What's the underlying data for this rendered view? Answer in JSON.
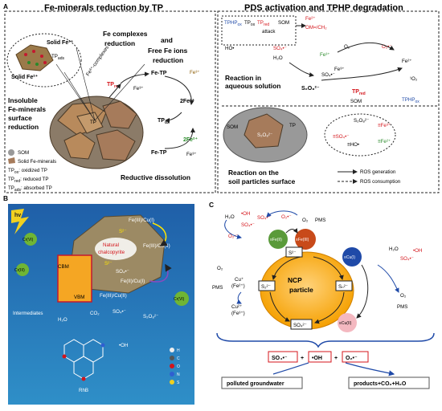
{
  "panels": {
    "A": "A",
    "B": "B",
    "C": "C"
  },
  "panelA": {
    "left_title": "Fe-minerals reduction by TP",
    "right_title": "PDS activation and TPHP degradation",
    "solid_fe3": "Solid Fe³⁺",
    "tp_ads": "TP",
    "tp_ads_sub": "ads",
    "solid_fe2": "Solid Fe²⁺",
    "fe_complexes": "Fe complexes",
    "and": "and",
    "reduction": "reduction",
    "free_fe_ions": "Free Fe ions",
    "reduction2": "reduction",
    "fe3_complexes": "Fe³⁺-complexes",
    "fe_tp_top": "Fe-TP",
    "fe3_a": "Fe³⁺",
    "tp_red": "TP",
    "red_sub": "red",
    "fe3_b": "Fe³⁺",
    "two_fe2_a": "2Fe²⁺",
    "tp_ox": "TP",
    "ox_sub": "ox",
    "fe_tp_bottom": "Fe-TP",
    "fe3_c": "Fe³⁺",
    "two_fe2_b": "2Fe²⁺",
    "insoluble_1": "Insoluble",
    "insoluble_2": "Fe-minerals",
    "insoluble_3": "surface",
    "insoluble_4": "reduction",
    "tp_ads_core": "TP",
    "reductive_dissolution": "Reductive dissolution",
    "legend_som": "SOM",
    "legend_solid_fe": "Solid Fe-minerals",
    "legend_tpox": "TP",
    "legend_tpox_sub": "ox",
    "legend_tpox_desc": ": oxidized TP",
    "legend_tpred": "TP",
    "legend_tpred_sub": "red",
    "legend_tpred_desc": ": reduced TP",
    "legend_tpads": "TP",
    "legend_tpads_sub": "ads",
    "legend_tpads_desc": ": absorbed TP",
    "tphp": "TPHP",
    "tphp_sub": "ox",
    "tp_top": "TP",
    "tp_top_sub": "ox",
    "tp_top_red": "TP",
    "tp_top_red_sub": "red",
    "som_top": "SOM",
    "fe2_top": "Fe²⁺",
    "attack": "attack",
    "om_ch2": "OM=",
    "om_ch2_b": "/CH₂",
    "ho_dot": "HO•",
    "so4": "SO₄•⁻",
    "o2": "O₂",
    "h2o": "H₂O",
    "fe3_d": "Fe³⁺",
    "fe2_d": "Fe²⁺",
    "o2_rad": "O₂•⁻",
    "so4_b": "SO₄•⁻",
    "s2o8": "S₂O₈²⁻",
    "tp_red2": "TP",
    "tp_red2_sub": "red",
    "reaction_aq_1": "Reaction in",
    "reaction_aq_2": "aqueous solution",
    "som_bottom": "SOM",
    "fe3_e": "Fe³⁺",
    "tphp_bottom": "TPHP",
    "tphp_bottom_sub": "ox",
    "o2_single": "¹O₂",
    "som_p2": "SOM",
    "tp_p2": "TP",
    "s2o8_b": "S₂O₈²⁻",
    "fe3_f": "≡Fe³⁺",
    "fe2_f": "≡Fe²⁺",
    "so4_c": "≡SO₄•⁻",
    "ho_c": "≡HO•",
    "reaction_soil_1": "Reaction on the",
    "reaction_soil_2": "soil particles surface",
    "ros_gen": "ROS generation",
    "ros_cons": "ROS consumption"
  },
  "panelB": {
    "hv": "hv",
    "fe_cu_top": "Fe(III)/Cu(I)",
    "s2_top": "S²⁻",
    "s2_mid": "S²⁻",
    "fe_cu_right": "Fe(III)/Cu(II)",
    "cr6_top": "Cr(VI)",
    "cr3_left": "Cr(III)",
    "cbm": "CBM",
    "vbm": "VBM",
    "natural_1": "Natural",
    "natural_2": "chalcopyrite",
    "so4_mid": "SO₄•⁻",
    "fe_cu_mid": "Fe(II)/Cu(I)",
    "fe_cu_bot": "Fe(III)/Cu(II)",
    "cr6_right": "Cr(VI)",
    "intermediates": "Intermediates",
    "h2o": "H₂O",
    "co2": "CO₂",
    "so4_bot": "SO₄•⁻",
    "s2o8": "S₂O₈²⁻",
    "oh": "•OH",
    "rhb": "RhB",
    "leg_h": "H",
    "leg_c": "C",
    "leg_o": "O",
    "leg_n": "N",
    "leg_s": "S"
  },
  "panelC": {
    "h2o_a": "H₂O",
    "oh_a": "•OH",
    "so4_a": "SO₄•⁻",
    "o2_a": "O₂•⁻",
    "o2_b": "O₂",
    "pms_a": "PMS",
    "so4_b": "SO₄•⁻",
    "o2_c": "O₂•⁻",
    "fe2": "≡Fe(II)",
    "fe3": "≡Fe(III)",
    "s2": "S²⁻",
    "cu1": "≡Cu(I)",
    "cu2": "≡Cu(II)",
    "ncp_1": "NCP",
    "ncp_2": "particle",
    "s2_2": "S₂²⁻",
    "sn_2": "Sₙ²⁻",
    "so4_2": "SO₄²⁻",
    "pms_b": "PMS",
    "o2_d": "O₂",
    "cu_fe_left": "Cu⁺",
    "cu_fe_left_b": "(Fe²⁺)",
    "cu_fe_left2": "Cu²⁺",
    "cu_fe_left2_b": "(Fe³⁺)",
    "h2o_r": "H₂O",
    "oh_r": "•OH",
    "so4_r": "SO₄•⁻",
    "o2_r": "O₂",
    "pms_r": "PMS",
    "box_so4": "SO₄•⁻",
    "plus1": "+",
    "box_oh": "•OH",
    "plus2": "+",
    "box_o2": "O₂•⁻",
    "polluted": "polluted groundwater",
    "products": "products+CO₂+H₂O"
  },
  "colors": {
    "red": "#d4151b",
    "blue": "#1f4aa8",
    "orange": "#f5a623",
    "mineral": "#a67b5b",
    "green": "#4caf50"
  }
}
